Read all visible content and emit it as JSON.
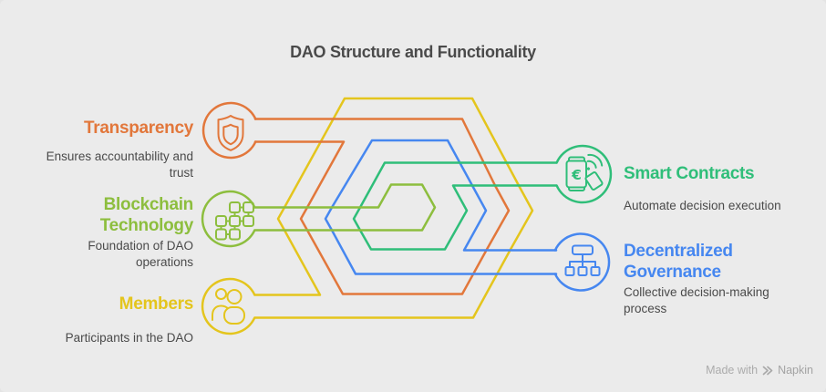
{
  "title": "DAO Structure and Functionality",
  "background_color": "#EBEBEB",
  "text_color": "#4A4A4A",
  "nodes": [
    {
      "id": "transparency",
      "label": "Transparency",
      "description": "Ensures accountability and trust",
      "color": "#E2773B",
      "side": "left",
      "icon": "shield-icon"
    },
    {
      "id": "blockchain-technology",
      "label": "Blockchain Technology",
      "description": "Foundation of DAO operations",
      "color": "#8DBE3E",
      "side": "left",
      "icon": "blocks-icon"
    },
    {
      "id": "members",
      "label": "Members",
      "description": "Participants in the DAO",
      "color": "#E4C51D",
      "side": "left",
      "icon": "people-icon"
    },
    {
      "id": "smart-contracts",
      "label": "Smart Contracts",
      "description": "Automate decision execution",
      "color": "#2FBE79",
      "side": "right",
      "icon": "contract-icon",
      "icon_symbol": "€"
    },
    {
      "id": "decentralized-governance",
      "label": "Decentralized Governance",
      "description": "Collective decision-making process",
      "color": "#4687F0",
      "side": "right",
      "icon": "hierarchy-icon"
    }
  ],
  "watermark": {
    "prefix": "Made with",
    "brand": "Napkin",
    "logo": "napkin-logo-icon"
  }
}
